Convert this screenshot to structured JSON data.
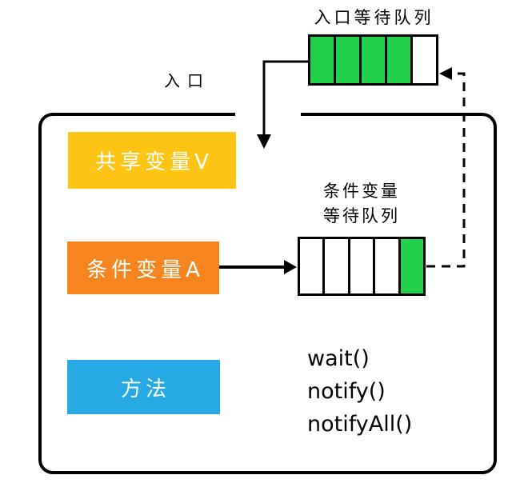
{
  "colors": {
    "green": "#22d04a",
    "yellow": "#ffc515",
    "orange": "#f6851f",
    "blue": "#27aae4",
    "line": "#000000",
    "bg": "#ffffff"
  },
  "top": {
    "entry_queue_label": "入口等待队列",
    "entry_label": "入口"
  },
  "entry_queue": {
    "cells": [
      "filled",
      "filled",
      "filled",
      "filled",
      "empty"
    ]
  },
  "condition_queue": {
    "label_line1": "条件变量",
    "label_line2": "等待队列",
    "cells": [
      "empty",
      "empty",
      "empty",
      "empty",
      "filled"
    ]
  },
  "monitor": {
    "shared_variable_box": {
      "label": "共享变量V"
    },
    "condition_variable_box": {
      "label": "条件变量A"
    },
    "method_box": {
      "label": "方法"
    },
    "methods": [
      "wait()",
      "notify()",
      "notifyAll()"
    ]
  }
}
